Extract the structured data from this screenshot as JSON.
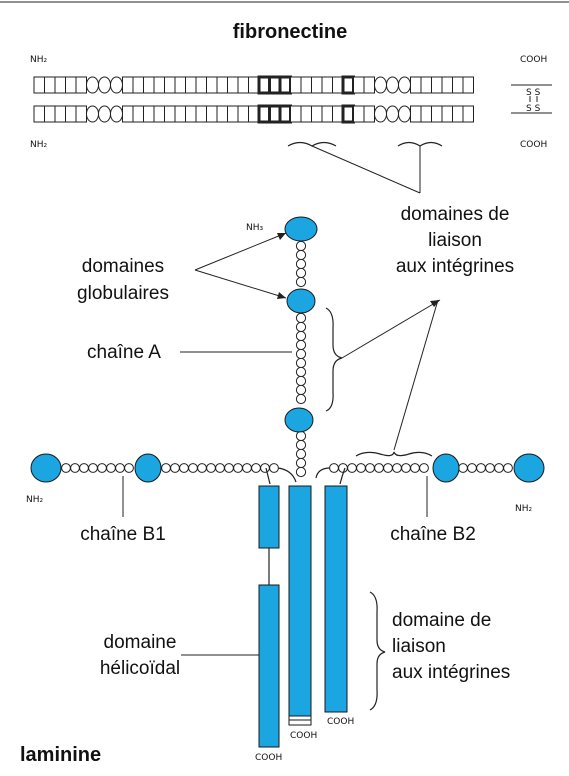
{
  "colors": {
    "domain_blue": "#1ba6e2",
    "outline": "#1a1a1a",
    "highlight_module": "#1a1a1a"
  },
  "fibronectin": {
    "title": "fibronectine",
    "nh2_top": "NH₂",
    "nh2_bottom": "NH₂",
    "cooh_top": "COOH",
    "cooh_bottom": "COOH",
    "disulfide_top": "S S",
    "disulfide_bottom": "S S"
  },
  "integrin_binding_label": [
    "domaines de",
    "liaison",
    "aux intégrines"
  ],
  "laminin": {
    "title": "laminine",
    "nh2_a": "NH₃",
    "nh2_b1": "NH₂",
    "nh2_b2": "NH₂",
    "globular_label": [
      "domaines",
      "globulaires"
    ],
    "chain_a": "chaîne A",
    "chain_b1": "chaîne B1",
    "chain_b2": "chaîne B2",
    "helical_label": [
      "domaine",
      "hélicoïdal"
    ],
    "integrin_domain_label": [
      "domaine de",
      "liaison",
      "aux intégrines"
    ],
    "cooh_left": "COOH",
    "cooh_center": "COOH",
    "cooh_right": "COOH"
  }
}
